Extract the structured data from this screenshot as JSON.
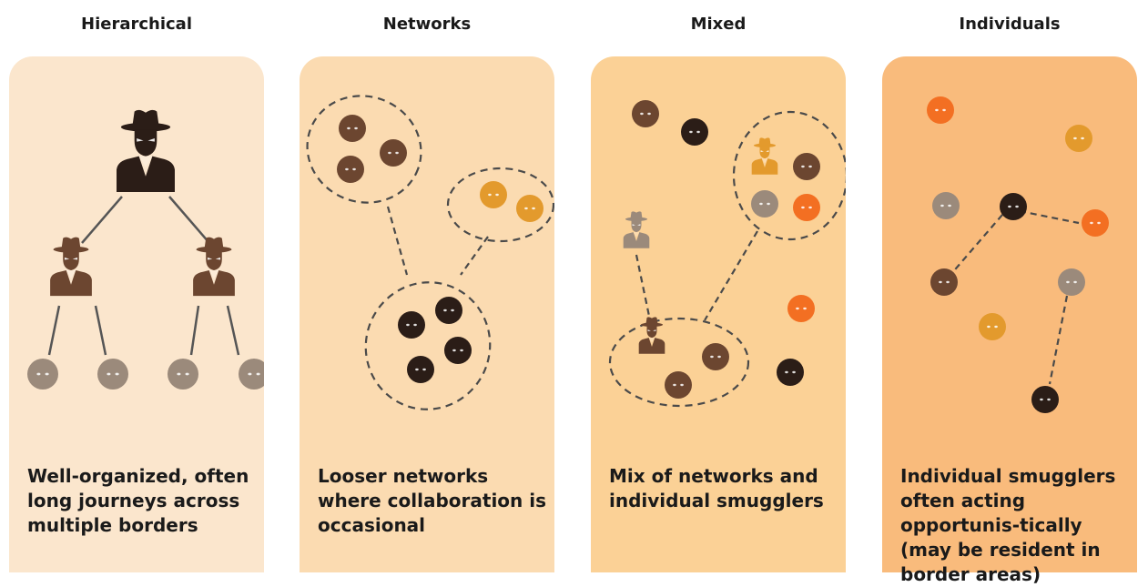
{
  "columns": [
    {
      "title": "Hierarchical",
      "description": "Well-organized, often long journeys across multiple borders",
      "panel_color": "#fbe6cd"
    },
    {
      "title": "Networks",
      "description": "Looser networks where collaboration is occasional",
      "panel_color": "#fbdbb1"
    },
    {
      "title": "Mixed",
      "description": "Mix of networks and individual smugglers",
      "panel_color": "#fbd196"
    },
    {
      "title": "Individuals",
      "description": "Individual smugglers often acting opportunis-tically (may be resident in border areas)",
      "panel_color": "#f9bb7c"
    }
  ],
  "colors": {
    "dark": "#2b1d17",
    "brown": "#6c4630",
    "gray": "#9b8a7b",
    "amber": "#e39a2d",
    "orange": "#f36f22"
  },
  "icons": [
    "smuggler-leader-icon",
    "smuggler-figure-icon",
    "smuggler-dot-icon"
  ]
}
